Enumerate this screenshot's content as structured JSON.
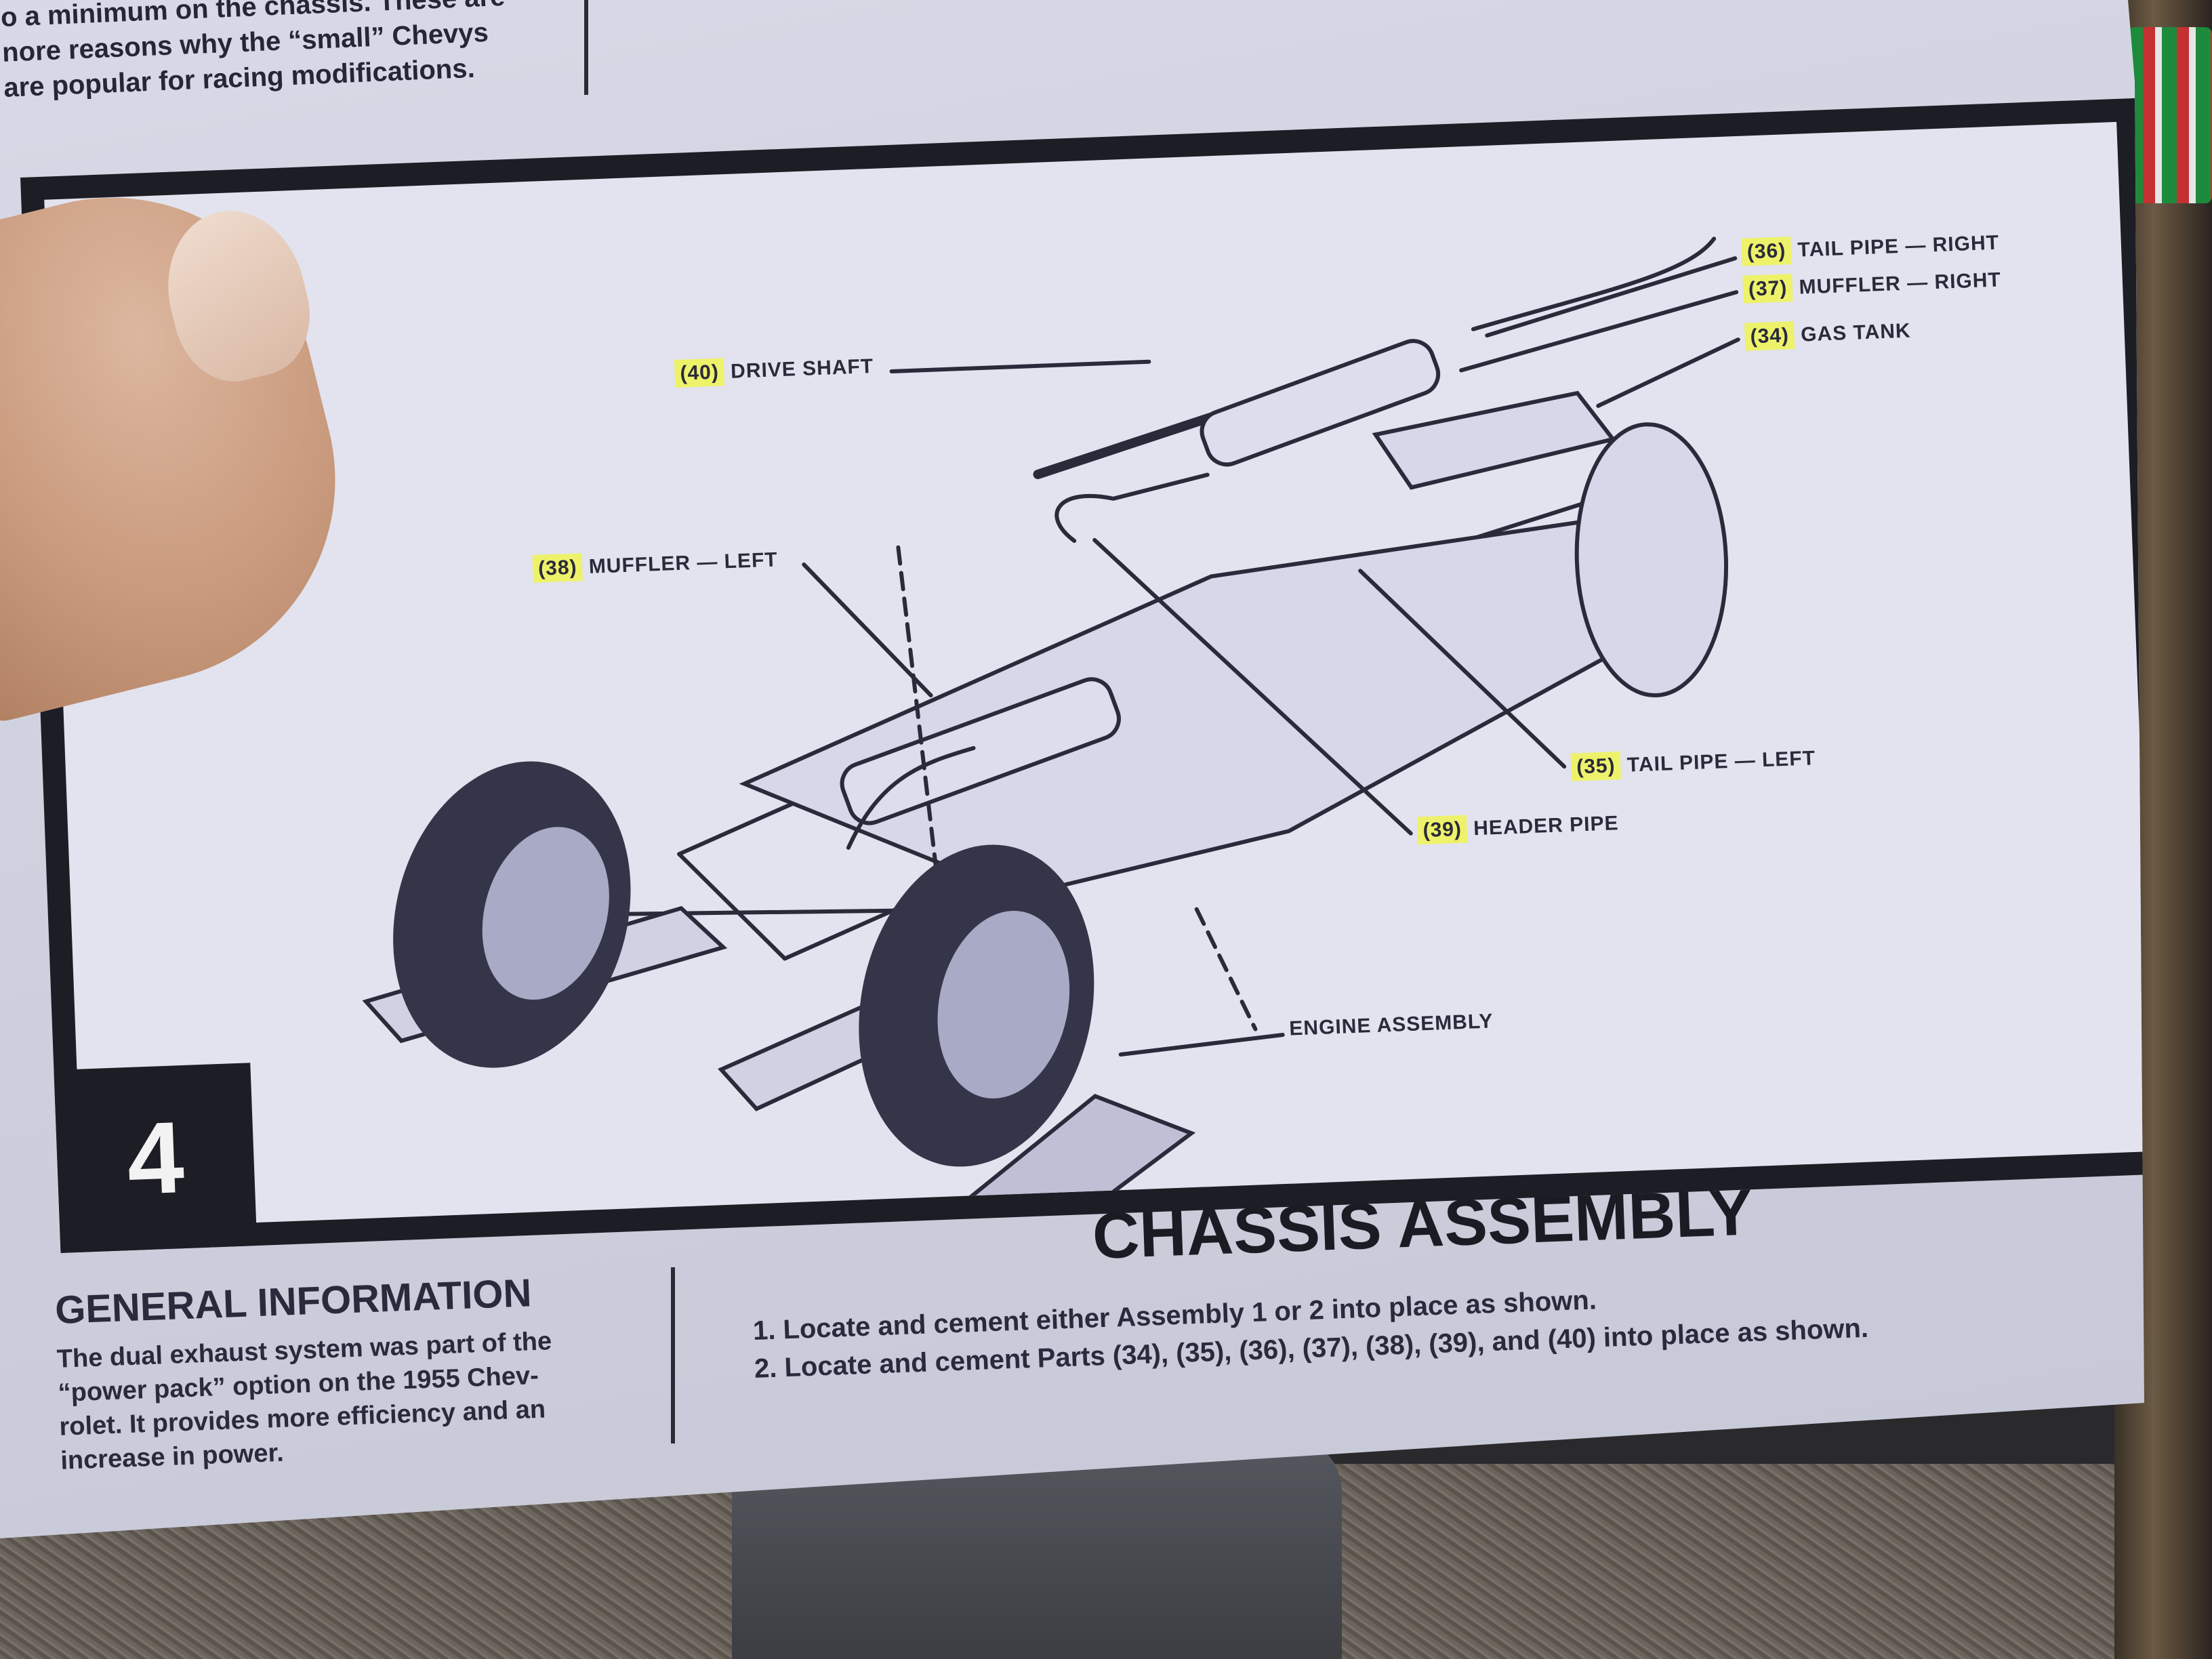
{
  "top_paragraph": [
    "o a minimum on the chassis. These are",
    "nore reasons why the “small” Chevys",
    "are popular for racing modifications."
  ],
  "step_number": "4",
  "diagram_labels": {
    "tail_pipe_right": {
      "num": "(36)",
      "text": "TAIL PIPE — RIGHT"
    },
    "muffler_right": {
      "num": "(37)",
      "text": "MUFFLER — RIGHT"
    },
    "gas_tank": {
      "num": "(34)",
      "text": "GAS TANK"
    },
    "drive_shaft": {
      "num": "(40)",
      "text": "DRIVE SHAFT"
    },
    "muffler_left": {
      "num": "(38)",
      "text": "MUFFLER — LEFT"
    },
    "tail_pipe_left": {
      "num": "(35)",
      "text": "TAIL PIPE — LEFT"
    },
    "header_pipe": {
      "num": "(39)",
      "text": "HEADER PIPE"
    },
    "engine_assembly": {
      "text": "ENGINE ASSEMBLY"
    }
  },
  "title": "CHASSIS ASSEMBLY",
  "general_information": {
    "heading": "GENERAL INFORMATION",
    "lines": [
      "The dual exhaust system was part of the",
      "“power pack” option on the 1955 Chev-",
      "rolet. It provides more efficiency and an",
      "increase in power."
    ]
  },
  "instructions": [
    "1. Locate and cement either Assembly 1 or 2 into place as shown.",
    "2. Locate and cement Parts (34), (35), (36), (37), (38), (39), and (40) into place as shown."
  ],
  "colors": {
    "highlight": "#eef26a",
    "ink": "#1d1d25",
    "paper": "#d8d9e6"
  }
}
